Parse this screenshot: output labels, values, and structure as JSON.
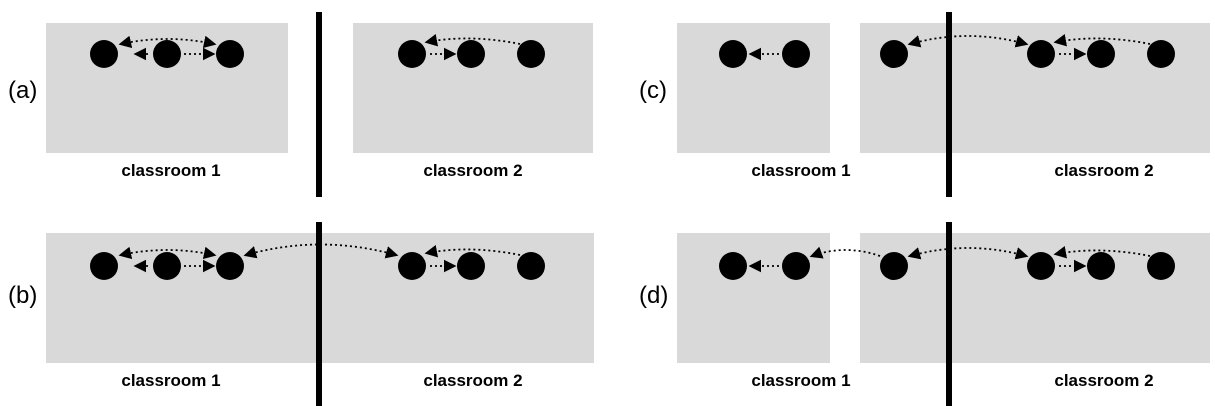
{
  "panels": [
    {
      "label": "(a)",
      "left_room": "classroom 1",
      "right_room": "classroom 2"
    },
    {
      "label": "(b)",
      "left_room": "classroom 1",
      "right_room": "classroom 2"
    },
    {
      "label": "(c)",
      "left_room": "classroom 1",
      "right_room": "classroom 2"
    },
    {
      "label": "(d)",
      "left_room": "classroom 1",
      "right_room": "classroom 2"
    }
  ],
  "colors": {
    "room_background": "#d9d9d9",
    "ink": "#000000"
  }
}
